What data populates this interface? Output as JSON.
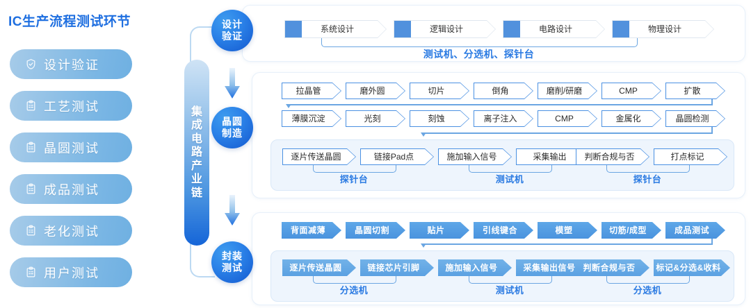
{
  "sidebar": {
    "title": "IC生产流程测试环节",
    "items": [
      {
        "label": "设计验证",
        "icon": "shield-check-icon"
      },
      {
        "label": "工艺测试",
        "icon": "clipboard-icon"
      },
      {
        "label": "晶圆测试",
        "icon": "clipboard-icon"
      },
      {
        "label": "成品测试",
        "icon": "clipboard-icon"
      },
      {
        "label": "老化测试",
        "icon": "clipboard-icon"
      },
      {
        "label": "用户测试",
        "icon": "clipboard-icon"
      }
    ]
  },
  "spine": {
    "label": "集成电路产业链",
    "chars": [
      "集",
      "成",
      "电",
      "路",
      "产",
      "业",
      "链"
    ]
  },
  "stages": [
    {
      "id": "design",
      "line1": "设计",
      "line2": "验证"
    },
    {
      "id": "wafer",
      "line1": "晶圆",
      "line2": "制造"
    },
    {
      "id": "package",
      "line1": "封装",
      "line2": "测试"
    }
  ],
  "section_design": {
    "steps": [
      "系统设计",
      "逻辑设计",
      "电路设计",
      "物理设计"
    ],
    "caption": "测试机、分选机、探针台"
  },
  "section_wafer": {
    "row1": [
      "拉晶管",
      "磨外圆",
      "切片",
      "倒角",
      "磨削/研磨",
      "CMP",
      "扩散"
    ],
    "row2": [
      "薄膜沉淀",
      "光刻",
      "刻蚀",
      "离子注入",
      "CMP",
      "金属化",
      "晶圆检测"
    ],
    "test_row": [
      "逐片传送晶圆",
      "链接Pad点",
      "施加输入信号",
      "采集输出",
      "判断合规与否",
      "打点标记"
    ],
    "captions": [
      "探针台",
      "测试机",
      "探针台"
    ]
  },
  "section_package": {
    "row1": [
      "背面减薄",
      "晶圆切割",
      "贴片",
      "引线键合",
      "模塑",
      "切筋/成型",
      "成品测试"
    ],
    "test_row": [
      "逐片传送晶圆",
      "链接芯片引脚",
      "施加输入信号",
      "采集输出信号",
      "判断合规与否",
      "标记&分选&收料"
    ],
    "captions": [
      "分选机",
      "测试机",
      "分选机"
    ]
  },
  "colors": {
    "accent": "#2a7ae2",
    "title": "#1f6fe0",
    "chev_border": "#4a90e2",
    "fill": "#4a93de",
    "subpanel_bg": "#eef5fd"
  }
}
